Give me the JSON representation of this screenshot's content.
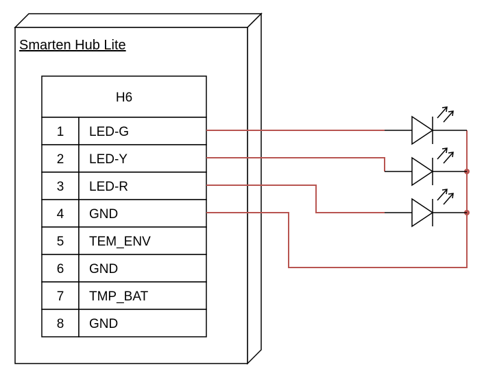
{
  "device": {
    "title": "Smarten Hub Lite"
  },
  "connector": {
    "name": "H6",
    "pins": [
      {
        "number": "1",
        "signal": "LED-G"
      },
      {
        "number": "2",
        "signal": "LED-Y"
      },
      {
        "number": "3",
        "signal": "LED-R"
      },
      {
        "number": "4",
        "signal": "GND"
      },
      {
        "number": "5",
        "signal": "TEM_ENV"
      },
      {
        "number": "6",
        "signal": "GND"
      },
      {
        "number": "7",
        "signal": "TMP_BAT"
      },
      {
        "number": "8",
        "signal": "GND"
      }
    ]
  },
  "leds": [
    {
      "pin": "LED-G"
    },
    {
      "pin": "LED-Y"
    },
    {
      "pin": "LED-R"
    }
  ],
  "colors": {
    "wire": "#b85450",
    "outline": "#000000",
    "background": "#ffffff"
  }
}
